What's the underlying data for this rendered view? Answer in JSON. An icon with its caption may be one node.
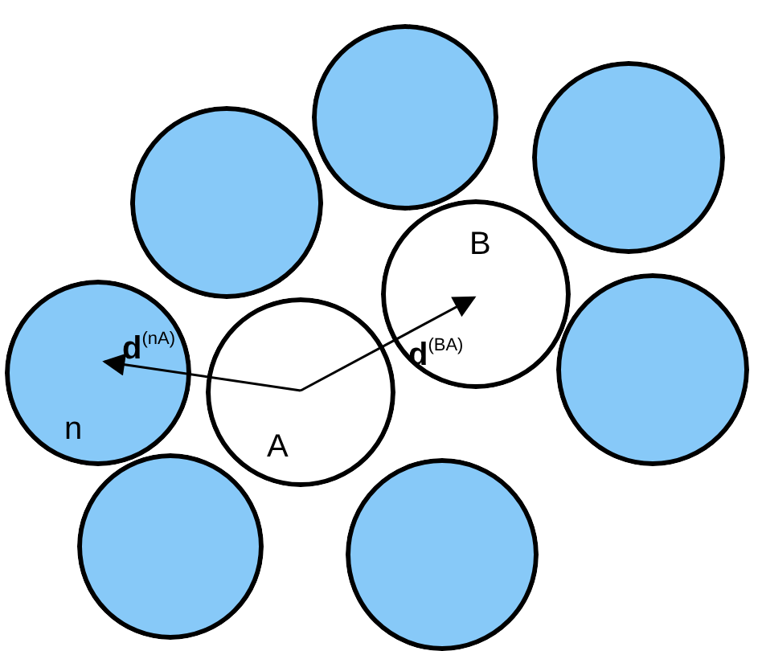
{
  "diagram": {
    "nodes": [
      {
        "text": [],
        "shape": "circle"
      },
      {
        "text": [],
        "shape": "circle"
      },
      {
        "text": [],
        "shape": "circle"
      },
      {
        "text": [
          "B"
        ]
      },
      {
        "text": [
          "n"
        ]
      },
      {
        "text": [],
        "shape": "circle"
      },
      {
        "text": [
          "A"
        ]
      },
      {
        "text": [],
        "shape": "circle"
      },
      {
        "text": [],
        "shape": "circle"
      }
    ],
    "edges": [
      {
        "from": 6,
        "to": 4,
        "arrow": "to",
        "label": "**d**$^{(nA)}$"
      },
      {
        "from": 6,
        "to": 3,
        "arrow": "to",
        "label": "**d**$^{(BA)}$"
      }
    ]
  }
}
